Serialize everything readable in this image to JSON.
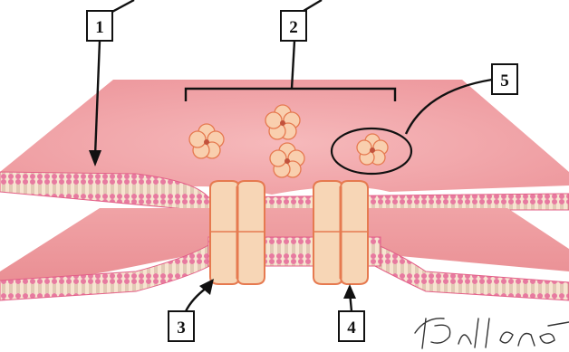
{
  "labels": [
    {
      "id": "1",
      "text": "1"
    },
    {
      "id": "2",
      "text": "2"
    },
    {
      "id": "3",
      "text": "3"
    },
    {
      "id": "4",
      "text": "4"
    },
    {
      "id": "5",
      "text": "5"
    }
  ],
  "signature": "T.Dellan",
  "colors": {
    "membrane_top": "#f3a5a8",
    "membrane_bottom": "#ee9a9e",
    "bilayer_head": "#e7739a",
    "bilayer_tail": "#f7e7cf",
    "channel": "#f7d6b6",
    "channel_edge": "#e67a50",
    "vesicle": "#f9cfae"
  }
}
